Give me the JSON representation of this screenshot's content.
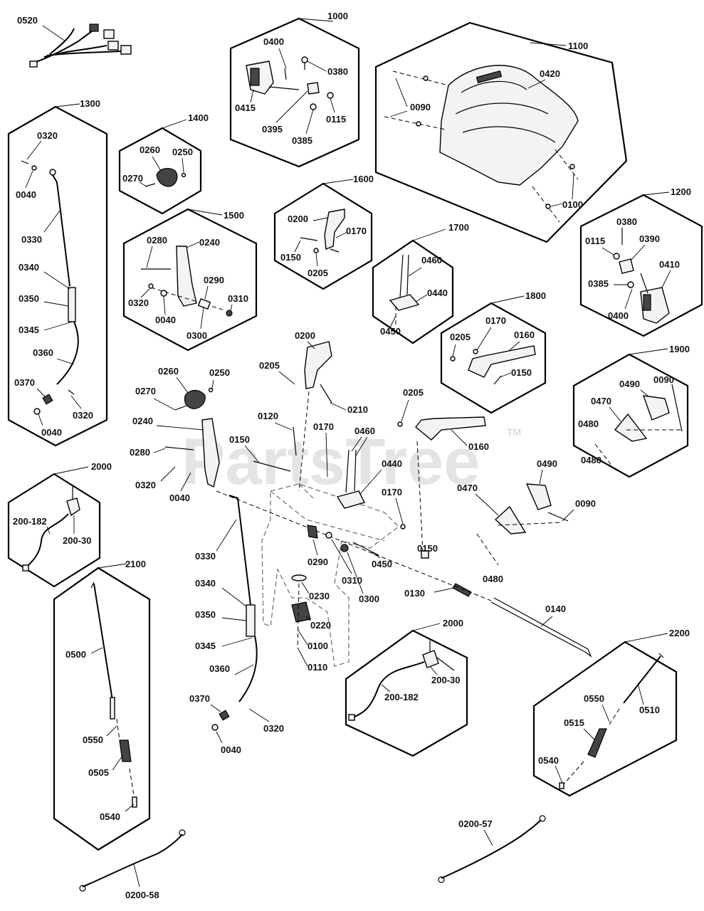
{
  "watermark": "PartsTree",
  "watermark_tm": "TM",
  "group_labels": {
    "g520": "0520",
    "g1000": "1000",
    "g1100": "1100",
    "g1200": "1200",
    "g1300": "1300",
    "g1400": "1400",
    "g1500": "1500",
    "g1600": "1600",
    "g1700": "1700",
    "g1800": "1800",
    "g1900": "1900",
    "g2000a": "2000",
    "g2000b": "2000",
    "g2100": "2100",
    "g2200": "2200"
  },
  "g1000": {
    "p0400": "0400",
    "p0380": "0380",
    "p0415": "0415",
    "p0395": "0395",
    "p0385": "0385",
    "p0115": "0115"
  },
  "g1100": {
    "p0420": "0420",
    "p0090": "0090",
    "p0100": "0100"
  },
  "g1200": {
    "p0380": "0380",
    "p0115": "0115",
    "p0390": "0390",
    "p0410": "0410",
    "p0385": "0385",
    "p0400": "0400"
  },
  "g1300": {
    "p0320a": "0320",
    "p0040a": "0040",
    "p0330": "0330",
    "p0340": "0340",
    "p0350": "0350",
    "p0345": "0345",
    "p0360": "0360",
    "p0370": "0370",
    "p0320b": "0320",
    "p0040b": "0040"
  },
  "g1400": {
    "p0260": "0260",
    "p0250": "0250",
    "p0270": "0270"
  },
  "g1500": {
    "p0280": "0280",
    "p0240": "0240",
    "p0290": "0290",
    "p0320": "0320",
    "p0310": "0310",
    "p0040": "0040",
    "p0300": "0300"
  },
  "g1600": {
    "p0200": "0200",
    "p0170": "0170",
    "p0150": "0150",
    "p0205": "0205"
  },
  "g1700": {
    "p0460": "0460",
    "p0440": "0440",
    "p0450": "0450"
  },
  "g1800": {
    "p0170": "0170",
    "p0205": "0205",
    "p0160": "0160",
    "p0150": "0150"
  },
  "g1900": {
    "p0490": "0490",
    "p0090": "0090",
    "p0470": "0470",
    "p0480a": "0480",
    "p0480b": "0480"
  },
  "g2000a": {
    "p200_182": "200-182",
    "p200_30": "200-30"
  },
  "g2100": {
    "p0500": "0500",
    "p0550": "0550",
    "p0505": "0505",
    "p0540": "0540"
  },
  "g2000b": {
    "p200_30": "200-30",
    "p200_182": "200-182"
  },
  "g2200": {
    "p0550": "0550",
    "p0515": "0515",
    "p0510": "0510",
    "p0540": "0540"
  },
  "loose": {
    "p0200_58": "0200-58",
    "p0200_57": "0200-57"
  },
  "main": {
    "p0200": "0200",
    "p0205a": "0205",
    "p0210": "0210",
    "p0260": "0260",
    "p0250": "0250",
    "p0270": "0270",
    "p0120": "0120",
    "p0205b": "0205",
    "p0240": "0240",
    "p0150a": "0150",
    "p0170a": "0170",
    "p0460": "0460",
    "p0160": "0160",
    "p0280": "0280",
    "p0440": "0440",
    "p0490": "0490",
    "p0320a": "0320",
    "p0040a": "0040",
    "p0170b": "0170",
    "p0470": "0470",
    "p0090": "0090",
    "p0330": "0330",
    "p0290": "0290",
    "p0450": "0450",
    "p0150b": "0150",
    "p0310": "0310",
    "p0480": "0480",
    "p0300": "0300",
    "p0230": "0230",
    "p0130": "0130",
    "p0340": "0340",
    "p0140": "0140",
    "p0350": "0350",
    "p0220": "0220",
    "p0345": "0345",
    "p0100": "0100",
    "p0110": "0110",
    "p0360": "0360",
    "p0370": "0370",
    "p0320b": "0320",
    "p0040b": "0040"
  }
}
